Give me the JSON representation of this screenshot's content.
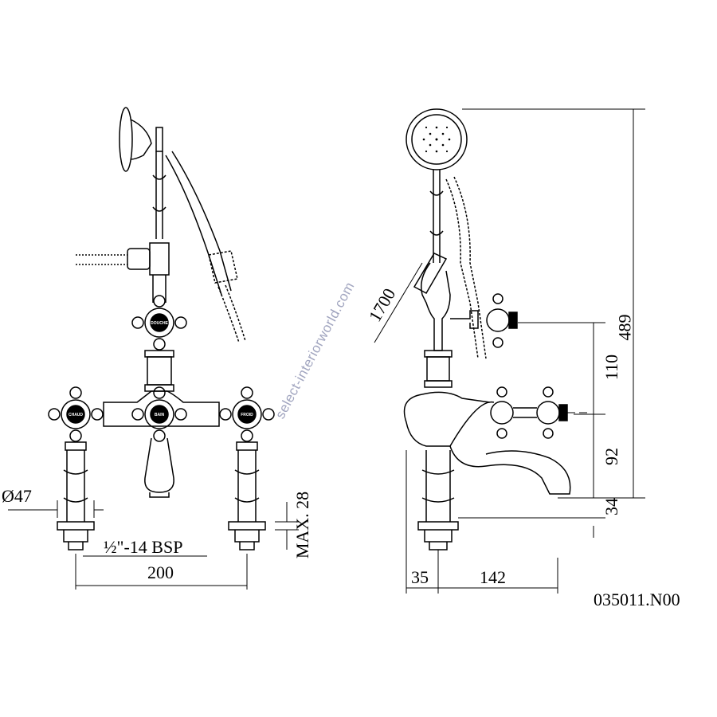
{
  "drawing": {
    "product_code": "035011.N00",
    "watermark": "select-interiorworld.com",
    "handle_labels": {
      "douche": "DOUCHE",
      "chaud": "CHAUD",
      "bain": "BAIN",
      "froid": "FROID"
    },
    "dimensions": {
      "diameter": "Ø47",
      "thread": "½\"-14 BSP",
      "width": "200",
      "max_thickness": "MAX. 28",
      "hose_length": "1700",
      "total_height": "489",
      "height_110": "110",
      "height_92": "92",
      "height_34": "34",
      "offset_35": "35",
      "projection_142": "142"
    }
  }
}
